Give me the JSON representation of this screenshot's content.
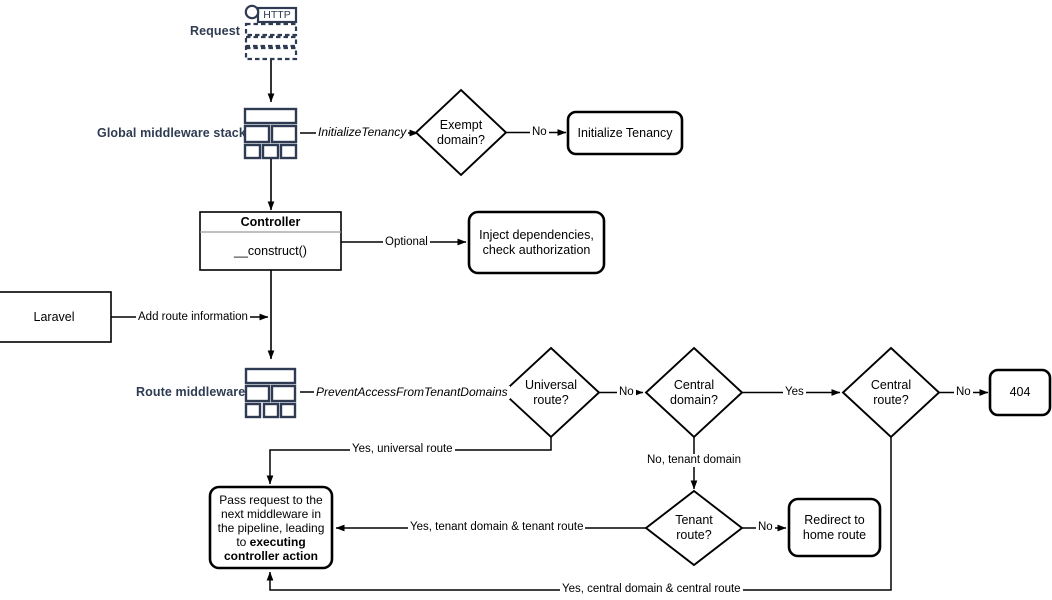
{
  "diagram": {
    "title": "Laravel multi-tenancy request lifecycle flowchart",
    "colors": {
      "stroke": "#000000",
      "navy": "#2E3B52",
      "background": "#FFFFFF",
      "divider": "#9A9A9A"
    },
    "lane_labels": [
      {
        "id": "request",
        "text": "Request"
      },
      {
        "id": "global-middleware-stack",
        "text": "Global middleware stack"
      },
      {
        "id": "route-middleware",
        "text": "Route middleware"
      }
    ],
    "nodes": [
      {
        "id": "http-request-icon",
        "type": "icon",
        "text": "HTTP"
      },
      {
        "id": "global-middleware-icon",
        "type": "icon",
        "text": ""
      },
      {
        "id": "exempt-domain",
        "type": "decision",
        "text": "Exempt\ndomain?",
        "line1": "Exempt",
        "line2": "domain?"
      },
      {
        "id": "initialize-tenancy",
        "type": "rounded",
        "text": "Initialize Tenancy"
      },
      {
        "id": "controller",
        "type": "class",
        "header": "Controller",
        "body": "__construct()"
      },
      {
        "id": "inject-dependencies",
        "type": "rounded",
        "line1": "Inject dependencies,",
        "line2": "check authorization"
      },
      {
        "id": "laravel",
        "type": "rect",
        "text": "Laravel"
      },
      {
        "id": "route-middleware-icon",
        "type": "icon",
        "text": ""
      },
      {
        "id": "universal-route",
        "type": "decision",
        "line1": "Universal",
        "line2": "route?"
      },
      {
        "id": "central-domain",
        "type": "decision",
        "line1": "Central",
        "line2": "domain?"
      },
      {
        "id": "central-route",
        "type": "decision",
        "line1": "Central",
        "line2": "route?"
      },
      {
        "id": "not-found",
        "type": "rounded",
        "text": "404"
      },
      {
        "id": "tenant-route",
        "type": "decision",
        "line1": "Tenant",
        "line2": "route?"
      },
      {
        "id": "redirect-home",
        "type": "rounded",
        "line1": "Redirect to",
        "line2": "home route"
      },
      {
        "id": "pass-request",
        "type": "rounded",
        "line1": "Pass request to the",
        "line2": "next middleware in",
        "line3": "the pipeline, leading",
        "line4": "to ",
        "bold1": "executing",
        "bold2": "controller action"
      }
    ],
    "edge_labels": [
      {
        "id": "initialize-tenancy-edge",
        "text": "InitializeTenancy",
        "style": "italic"
      },
      {
        "id": "exempt-no-edge",
        "text": "No"
      },
      {
        "id": "optional-edge",
        "text": "Optional"
      },
      {
        "id": "add-route-information-edge",
        "text": "Add route information"
      },
      {
        "id": "prevent-access-edge",
        "text": "PreventAccessFromTenantDomains",
        "style": "italic"
      },
      {
        "id": "universal-no-edge",
        "text": "No"
      },
      {
        "id": "central-domain-yes-edge",
        "text": "Yes"
      },
      {
        "id": "central-route-no-edge",
        "text": "No"
      },
      {
        "id": "yes-universal-route-edge",
        "text": "Yes, universal route"
      },
      {
        "id": "no-tenant-domain-edge",
        "text": "No, tenant domain"
      },
      {
        "id": "tenant-route-no-edge",
        "text": "No"
      },
      {
        "id": "yes-tenant-domain-tenant-route-edge",
        "text": "Yes, tenant domain & tenant route"
      },
      {
        "id": "yes-central-domain-central-route-edge",
        "text": "Yes, central domain & central route"
      }
    ]
  }
}
